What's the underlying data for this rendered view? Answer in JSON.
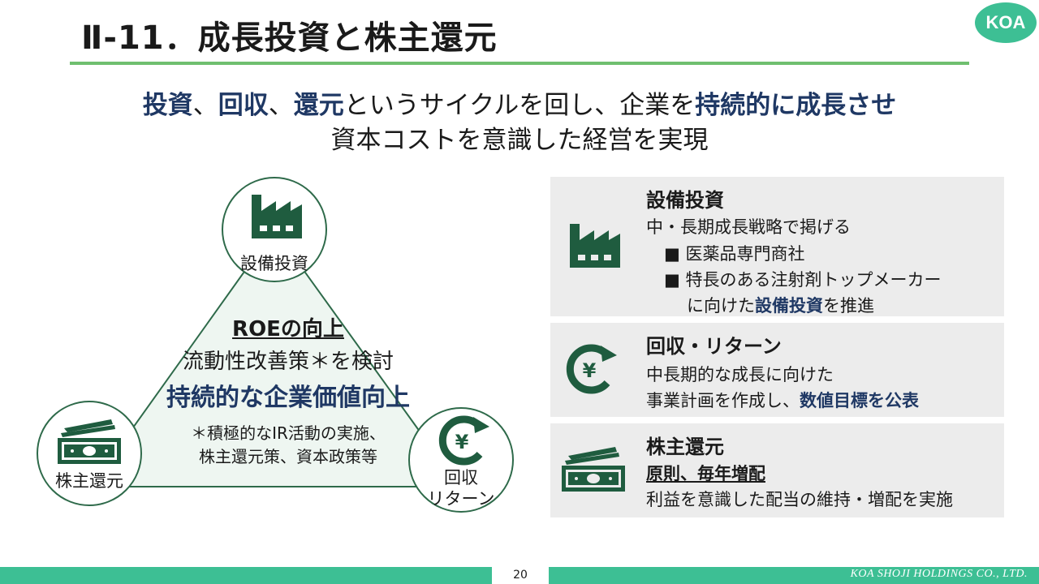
{
  "header": {
    "title": "Ⅱ-11．成長投資と株主還元",
    "logo": "KOA"
  },
  "lead": {
    "line1": [
      {
        "text": "投資",
        "hl": true
      },
      {
        "text": "、",
        "hl": false
      },
      {
        "text": "回収",
        "hl": true
      },
      {
        "text": "、",
        "hl": false
      },
      {
        "text": "還元",
        "hl": true
      },
      {
        "text": "というサイクルを回し、企業を",
        "hl": false
      },
      {
        "text": "持続的に成長させ",
        "hl": true
      }
    ],
    "line2": "資本コストを意識した経営を実現"
  },
  "cycle": {
    "top_label": "設備投資",
    "left_label": "株主還元",
    "right_label_1": "回収",
    "right_label_2": "リターン",
    "roe": "ROEの向上",
    "liquidity": "流動性改善策＊を検討",
    "sustainable": "持続的な企業価値向上",
    "note_1": "＊積極的なIR活動の実施、",
    "note_2": "株主還元策、資本政策等"
  },
  "panels": {
    "capex": {
      "title": "設備投資",
      "line1": "中・長期成長戦略で掲げる",
      "bullet1": "■  医薬品専門商社",
      "bullet2": "■  特長のある注射剤トップメーカー",
      "line4_pre": "に向けた",
      "line4_hl": "設備投資",
      "line4_post": "を推進"
    },
    "return": {
      "title": "回収・リターン",
      "line1": "中長期的な成長に向けた",
      "line2_pre": "事業計画を作成し、",
      "line2_hl": "数値目標を公表"
    },
    "shareholder": {
      "title": "株主還元",
      "line1": "原則、毎年増配",
      "line2": "利益を意識した配当の維持・増配を実施"
    }
  },
  "footer": {
    "page": "20",
    "company": "KOA SHOJI HOLDINGS CO., LTD."
  },
  "colors": {
    "accent_green": "#3dbf94",
    "icon_green": "#1f5c3f",
    "navy": "#1f3864",
    "panel": "#ececec"
  }
}
